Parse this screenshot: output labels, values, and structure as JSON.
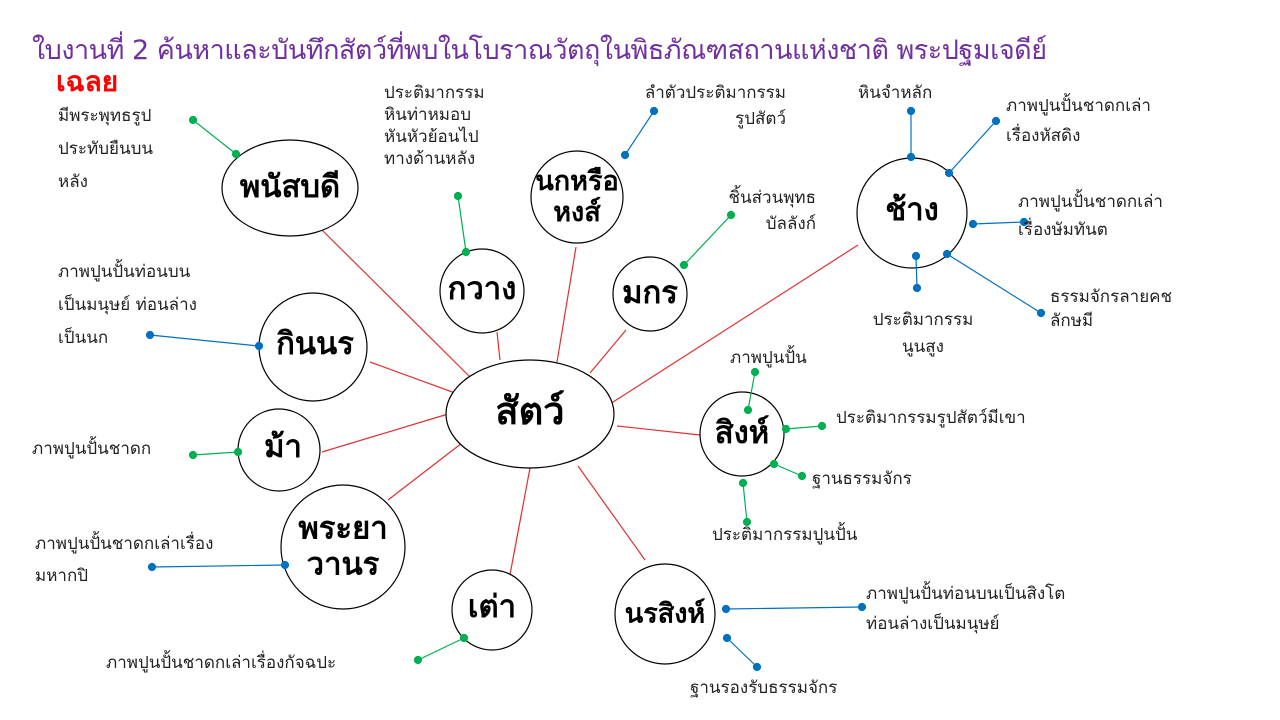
{
  "header": {
    "title": "ใบงานที่ 2 ค้นหาและบันทึกสัตว์ที่พบในโบราณวัตถุในพิธภัณฑสถานแห่งชาติ พระปฐมเจดีย์",
    "answer_label": "เฉลย",
    "title_color": "#7030a0",
    "answer_color": "#ff0000"
  },
  "colors": {
    "main_link": "#e03030",
    "green_link": "#00b050",
    "blue_link": "#0070c0",
    "node_border": "#000000"
  },
  "center": {
    "label": "สัตว์"
  },
  "nodes": {
    "panasabodi": {
      "label": "พนัสบดี",
      "details": [
        "มีพระพุทธรูป",
        "ประทับยืนบน",
        "หลัง"
      ]
    },
    "kwang": {
      "label": "กวาง",
      "details": [
        "ประติมากรรม",
        "หินท่าหมอบ",
        "หันหัวย้อนไป",
        "ทางด้านหลัง"
      ]
    },
    "nok_hong": {
      "label_line1": "นกหรือ",
      "label_line2": "หงส์",
      "details": [
        "ลำตัวประติมากรรม",
        "รูปสัตว์"
      ]
    },
    "makara": {
      "label": "มกร",
      "details": [
        "ชิ้นส่วนพุทธ",
        "บัลลังก์"
      ]
    },
    "chang": {
      "label": "ช้าง",
      "details": [
        {
          "lines": [
            "หินจำหลัก"
          ]
        },
        {
          "lines": [
            "ภาพปูนปั้นชาดกเล่า",
            "เรื่องหัสดิง"
          ]
        },
        {
          "lines": [
            "ภาพปูนปั้นชาดกเล่า",
            "เรื่องษัมทันต"
          ]
        },
        {
          "lines": [
            "ธรรมจักรลายคช",
            "ลักษมี"
          ]
        },
        {
          "lines": [
            "ประติมากรรม",
            "นูนสูง"
          ]
        }
      ]
    },
    "kinnon": {
      "label": "กินนร",
      "details": [
        "ภาพปูนปั้นท่อนบน",
        "เป็นมนุษย์ ท่อนล่าง",
        "เป็นนก"
      ]
    },
    "ma": {
      "label": "ม้า",
      "details": [
        "ภาพปูนปั้นชาดก"
      ]
    },
    "phraya_wanon": {
      "label_line1": "พระยา",
      "label_line2": "วานร",
      "details": [
        "ภาพปูนปั้นชาดกเล่าเรื่อง",
        "มหากปิ"
      ]
    },
    "tao": {
      "label": "เต่า",
      "details": [
        "ภาพปูนปั้นชาดกเล่าเรื่องกัจฉปะ"
      ]
    },
    "singh": {
      "label": "สิงห์",
      "details": [
        {
          "lines": [
            "ภาพปูนปั้น"
          ]
        },
        {
          "lines": [
            "ประติมากรรมรูปสัตว์มีเขา"
          ]
        },
        {
          "lines": [
            "ฐานธรรมจักร"
          ]
        },
        {
          "lines": [
            "ประติมากรรมปูนปั้น"
          ]
        }
      ]
    },
    "norasingh": {
      "label": "นรสิงห์",
      "details": [
        {
          "lines": [
            "ภาพปูนปั้นท่อนบนเป็นสิงโต",
            "ท่อนล่างเป็นมนุษย์"
          ]
        },
        {
          "lines": [
            "ฐานรองรับธรรมจักร"
          ]
        }
      ]
    }
  }
}
